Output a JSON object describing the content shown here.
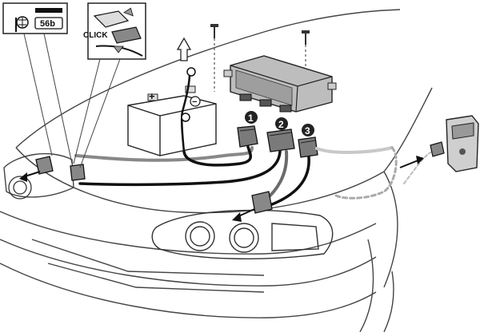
{
  "labels": {
    "click": "CLICK",
    "code": "56b",
    "plus": "+",
    "minus": "−",
    "connector_1": "1",
    "connector_2": "2",
    "connector_3": "3"
  },
  "colors": {
    "line": "#1a1a1a",
    "body_outline": "#555555",
    "harness_dark": "#111111",
    "harness_grey": "#8a8a8a",
    "harness_light": "#c8c8c8",
    "module_fill": "#bdbdbd",
    "connector_fill": "#7a7a7a",
    "badge_fill": "#222222"
  },
  "icons": [
    "screw-icon",
    "arrow-up-icon",
    "arrow-left-icon",
    "arrow-right-icon",
    "light-switch-symbol-icon",
    "click-arrow-icon"
  ]
}
